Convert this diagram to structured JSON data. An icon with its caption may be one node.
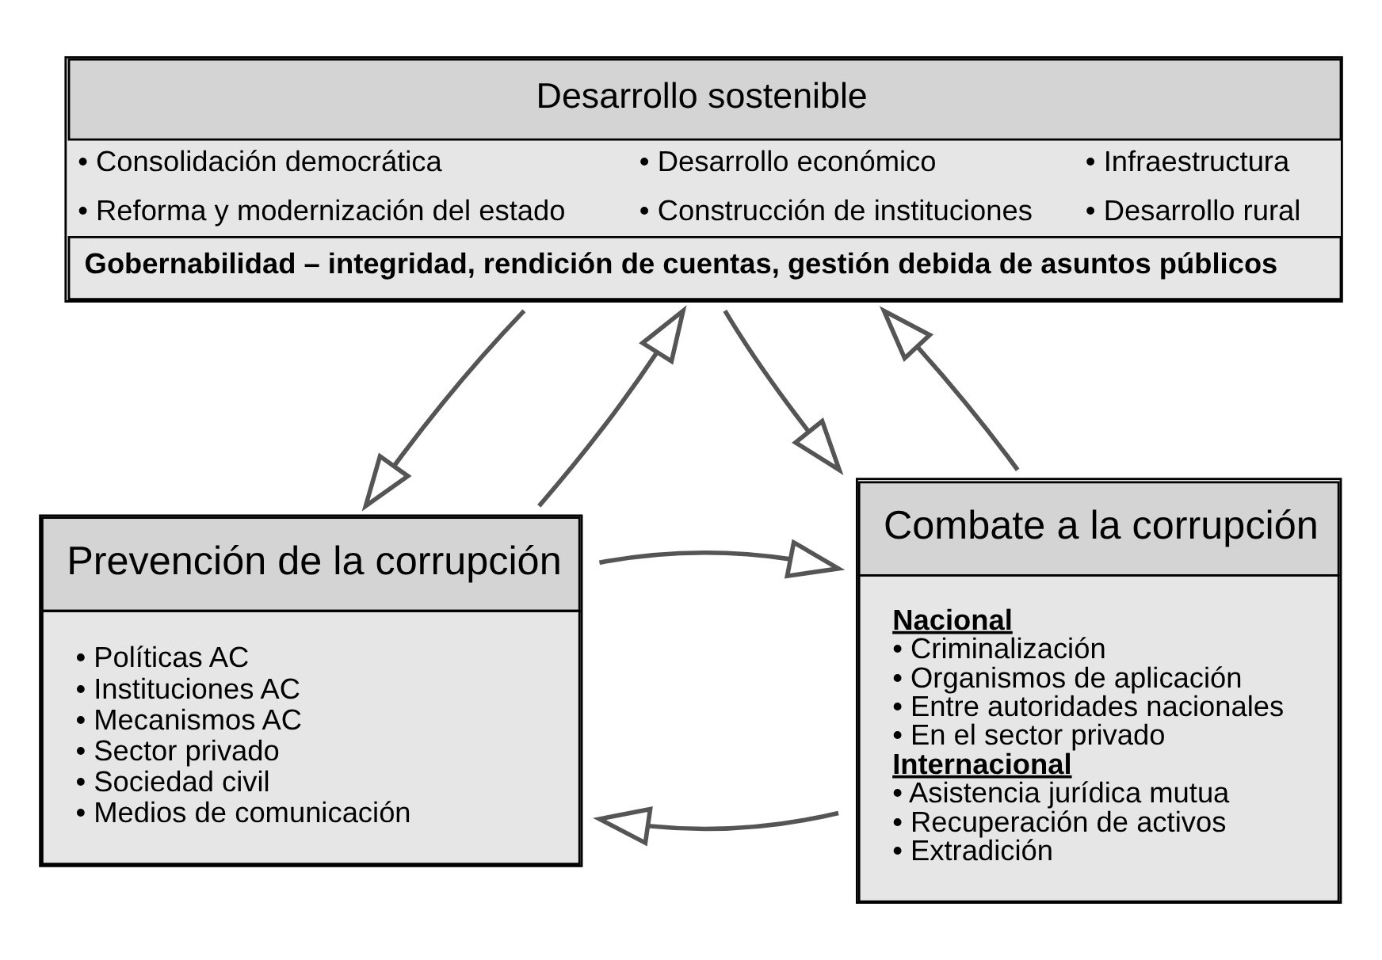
{
  "diagram": {
    "nodes": [
      {
        "text": [
          "Desarrollo sostenible",
          "• Consolidación democrática",
          "• Desarrollo económico",
          "• Infraestructura",
          "• Reforma y modernización del estado",
          "• Construcción de instituciones",
          "• Desarrollo rural",
          "Gobernabilidad – integridad, rendición de cuentas, gestión debida de asuntos públicos"
        ]
      },
      {
        "text": [
          "Prevención de la corrupción",
          "• Políticas AC",
          "• Instituciones AC",
          "• Mecanismos AC",
          "• Sector privado",
          "• Sociedad civil",
          "• Medios de comunicación"
        ]
      },
      {
        "text": [
          "Combate a la corrupción",
          "Nacional",
          "• Criminalización",
          "• Organismos de aplicación",
          "• Entre autoridades nacionales",
          "• En el sector privado",
          "Internacional",
          "• Asistencia jurídica mutua",
          "• Recuperación de activos",
          "• Extradición"
        ]
      }
    ],
    "edges": [
      {
        "from": 0,
        "to": 1,
        "arrow": "to"
      },
      {
        "from": 1,
        "to": 0,
        "arrow": "to"
      },
      {
        "from": 0,
        "to": 2,
        "arrow": "to"
      },
      {
        "from": 2,
        "to": 0,
        "arrow": "to"
      },
      {
        "from": 2,
        "to": 1,
        "arrow": "to"
      },
      {
        "from": 1,
        "to": 2,
        "arrow": "to"
      }
    ]
  }
}
